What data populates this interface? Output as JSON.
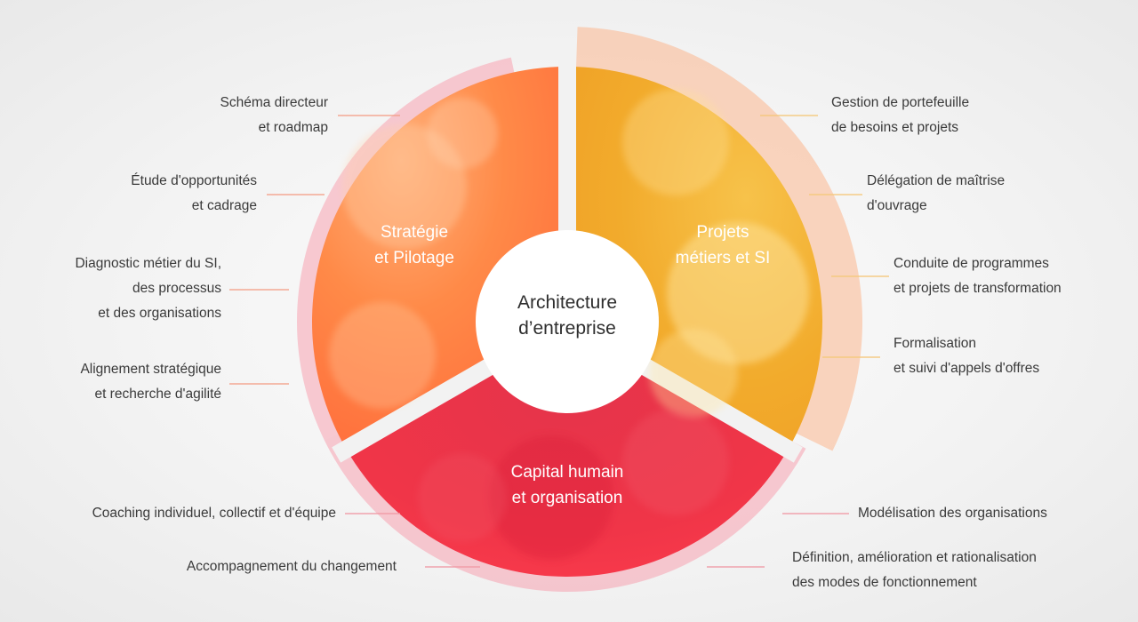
{
  "center": {
    "line1": "Architecture",
    "line2": "d’entreprise"
  },
  "segments": {
    "strategie": {
      "line1": "Stratégie",
      "line2": "et Pilotage",
      "color": "#ff7a3c"
    },
    "projets": {
      "line1": "Projets",
      "line2": "métiers et SI",
      "color": "#f4a92a"
    },
    "capital": {
      "line1": "Capital humain",
      "line2": "et organisation",
      "color": "#ea2a45"
    }
  },
  "left_items": [
    {
      "lines": [
        "Schéma directeur",
        "et roadmap"
      ]
    },
    {
      "lines": [
        "Étude d'opportunités",
        "et cadrage"
      ]
    },
    {
      "lines": [
        "Diagnostic métier du SI,",
        "des processus",
        "et des organisations"
      ]
    },
    {
      "lines": [
        "Alignement stratégique",
        "et recherche d'agilité"
      ]
    }
  ],
  "right_items": [
    {
      "lines": [
        "Gestion de portefeuille",
        "de besoins et projets"
      ]
    },
    {
      "lines": [
        "Délégation de maîtrise",
        "d'ouvrage"
      ]
    },
    {
      "lines": [
        "Conduite de programmes",
        "et projets de transformation"
      ]
    },
    {
      "lines": [
        "Formalisation",
        "et suivi d'appels d'offres"
      ]
    }
  ],
  "bottom_left_items": [
    {
      "lines": [
        "Coaching individuel, collectif et d'équipe"
      ]
    },
    {
      "lines": [
        "Accompagnement du changement"
      ]
    }
  ],
  "bottom_right_items": [
    {
      "lines": [
        "Modélisation des organisations"
      ]
    },
    {
      "lines": [
        "Définition, amélioration et rationalisation",
        "des modes de fonctionnement"
      ]
    }
  ]
}
